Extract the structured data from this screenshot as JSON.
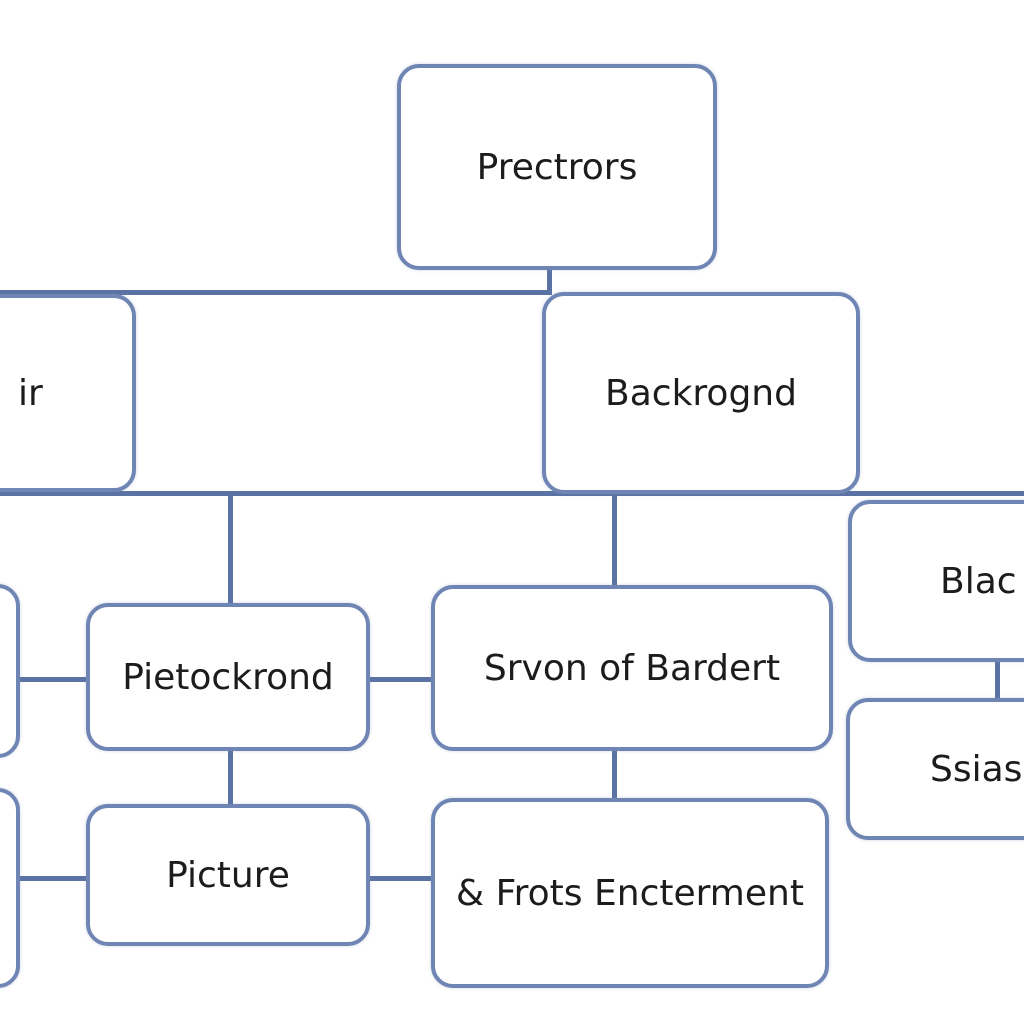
{
  "nodes": {
    "prectrors": "Prectrors",
    "ir": "ir",
    "backrognd": "Backrognd",
    "blac": "Blac",
    "pietockrond": "Pietockrond",
    "srvon_of_bardert": "Srvon of Bardert",
    "ssias": "Ssias",
    "picture": "Picture",
    "frots_encterment": "& Frots Encterment"
  },
  "colors": {
    "border": "#6f85b3",
    "connector": "#5b73a4",
    "text": "#1c1c1c"
  }
}
